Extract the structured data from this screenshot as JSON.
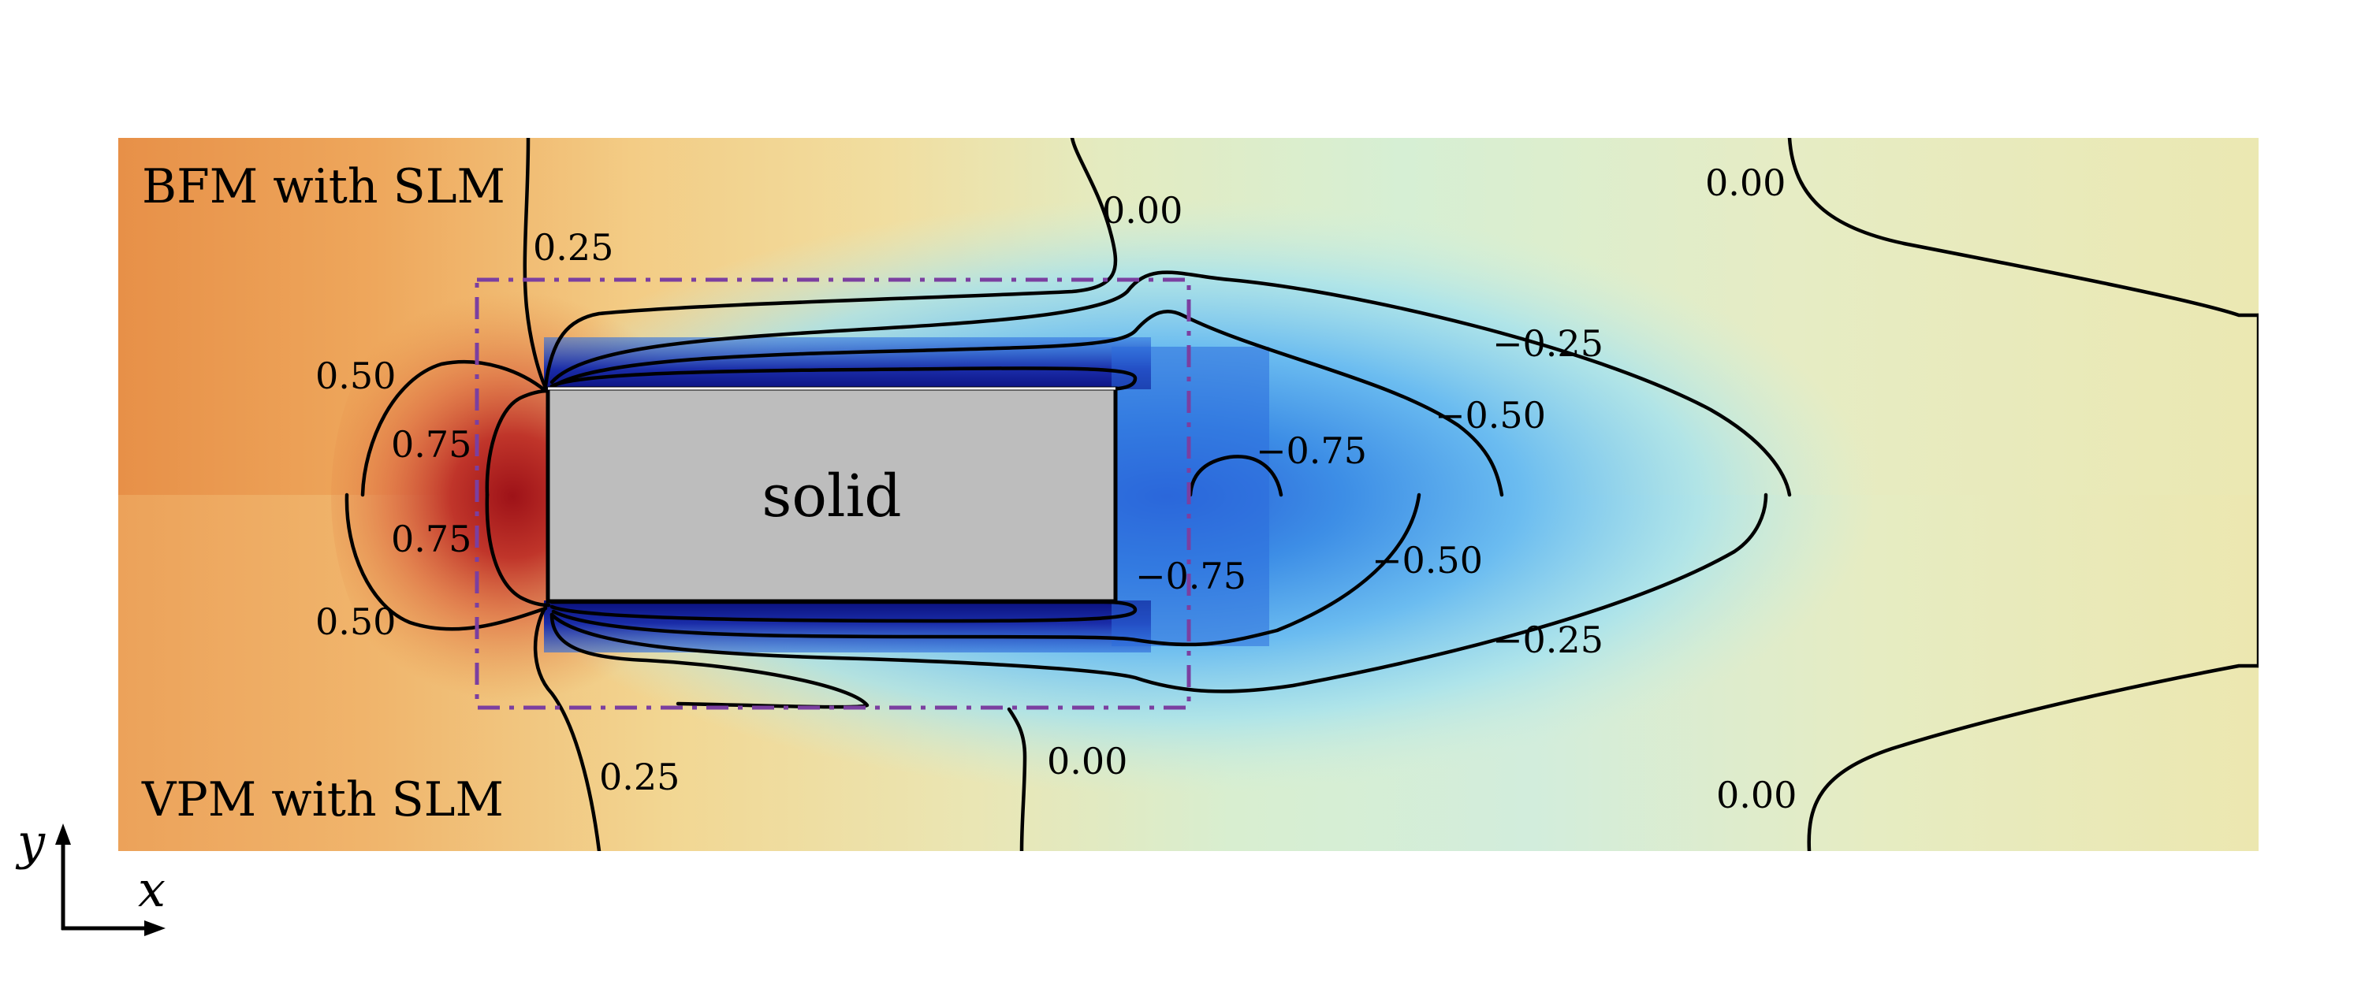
{
  "panels": {
    "top": "BFM with SLM",
    "bottom": "VPM with SLM"
  },
  "solid_label": "solid",
  "axes": {
    "x": "x",
    "y": "y"
  },
  "contour_labels": {
    "top": [
      "0.25",
      "0.00",
      "0.00",
      "0.50",
      "0.75",
      "−0.25",
      "−0.50",
      "−0.75"
    ],
    "bottom": [
      "0.75",
      "0.50",
      "−0.75",
      "−0.50",
      "−0.25",
      "0.25",
      "0.00",
      "0.00"
    ]
  },
  "colors": {
    "high": "#a0141b",
    "warm": "#e8984f",
    "neutral": "#ecebb5",
    "cool": "#a8e4ec",
    "low": "#0c1585",
    "solid_fill": "#bdbdbd",
    "dashed_box": "#7b3fa0"
  }
}
